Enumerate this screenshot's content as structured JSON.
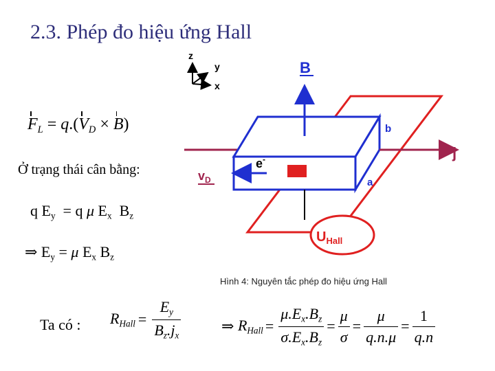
{
  "slide": {
    "title": "2.3. Phép đo hiệu ứng Hall",
    "state_text": "Ở trạng thái cân bằng:",
    "result_label": "Ta có :"
  },
  "figure": {
    "caption": "Hình 4: Nguyên tắc phép đo hiệu ứng Hall",
    "labels": {
      "b_field": "B",
      "current": "j",
      "velocity": "v",
      "velocity_sub": "D",
      "electron": "e",
      "electron_sup": "-",
      "hall_voltage": "U",
      "hall_voltage_sub": "Hall",
      "side_b": "b",
      "side_a": "a",
      "axis_z": "z",
      "axis_y": "y",
      "axis_x": "x"
    },
    "colors": {
      "box": "#1f2fd0",
      "circuit": "#e02020",
      "current_arrow": "#a0244e",
      "label_blue": "#1f2fd0",
      "label_red": "#e02020"
    }
  },
  "colors": {
    "title": "#2e2e7a"
  }
}
